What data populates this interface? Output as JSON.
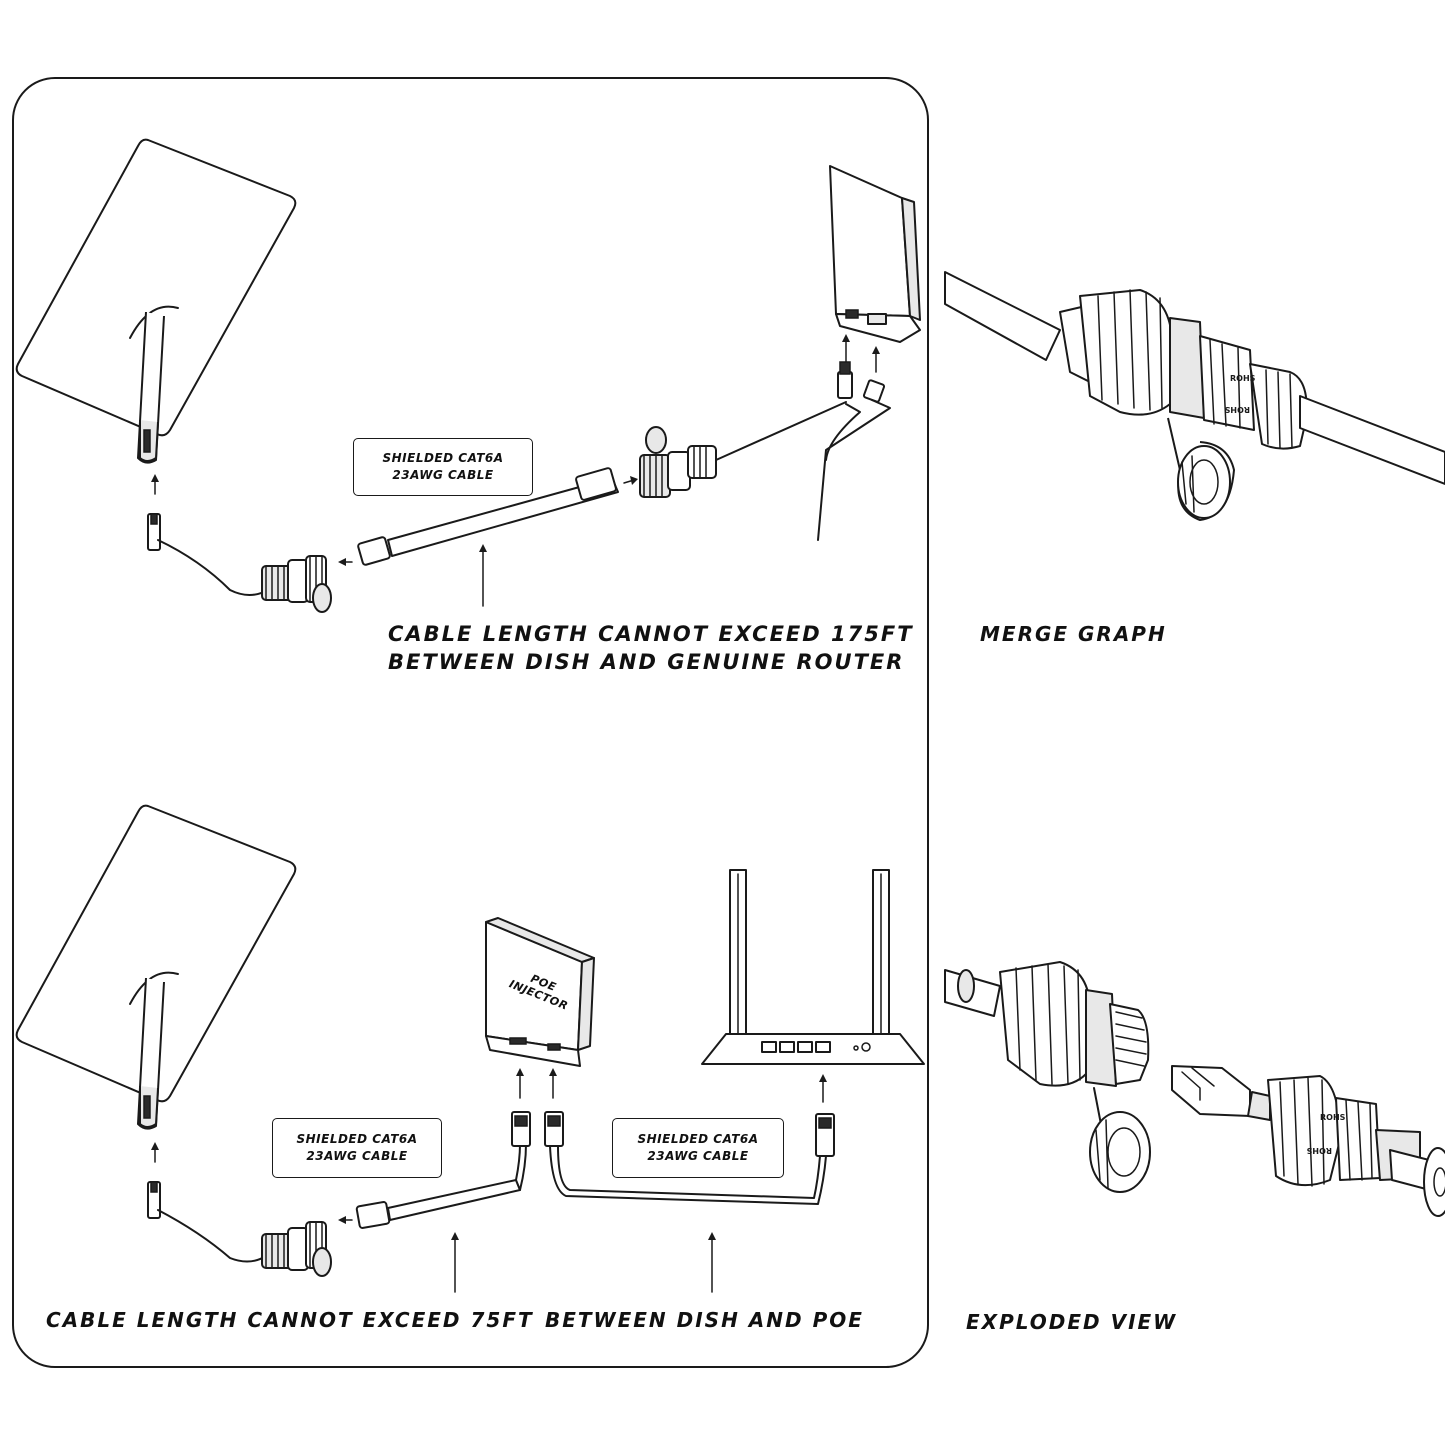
{
  "top_diagram": {
    "cable_box": {
      "line1": "SHIELDED CAT6A",
      "line2": "23AWG CABLE"
    },
    "caption_line1": "CABLE LENGTH CANNOT EXCEED 175FT",
    "caption_line2": "BETWEEN DISH AND GENUINE ROUTER"
  },
  "bottom_diagram": {
    "poe_label": {
      "line1": "POE",
      "line2": "INJECTOR"
    },
    "cable_box_left": {
      "line1": "SHIELDED CAT6A",
      "line2": "23AWG CABLE"
    },
    "cable_box_right": {
      "line1": "SHIELDED CAT6A",
      "line2": "23AWG CABLE"
    },
    "caption_left": "CABLE LENGTH CANNOT EXCEED 75FT",
    "caption_right": "BETWEEN DISH AND POE"
  },
  "side_panels": {
    "merge_graph_label": "MERGE GRAPH",
    "exploded_view_label": "EXPLODED VIEW",
    "connector_marking": "ROHS"
  },
  "colors": {
    "ink": "#1a1a1a",
    "background": "#ffffff",
    "shade": "#e8e8e8"
  }
}
